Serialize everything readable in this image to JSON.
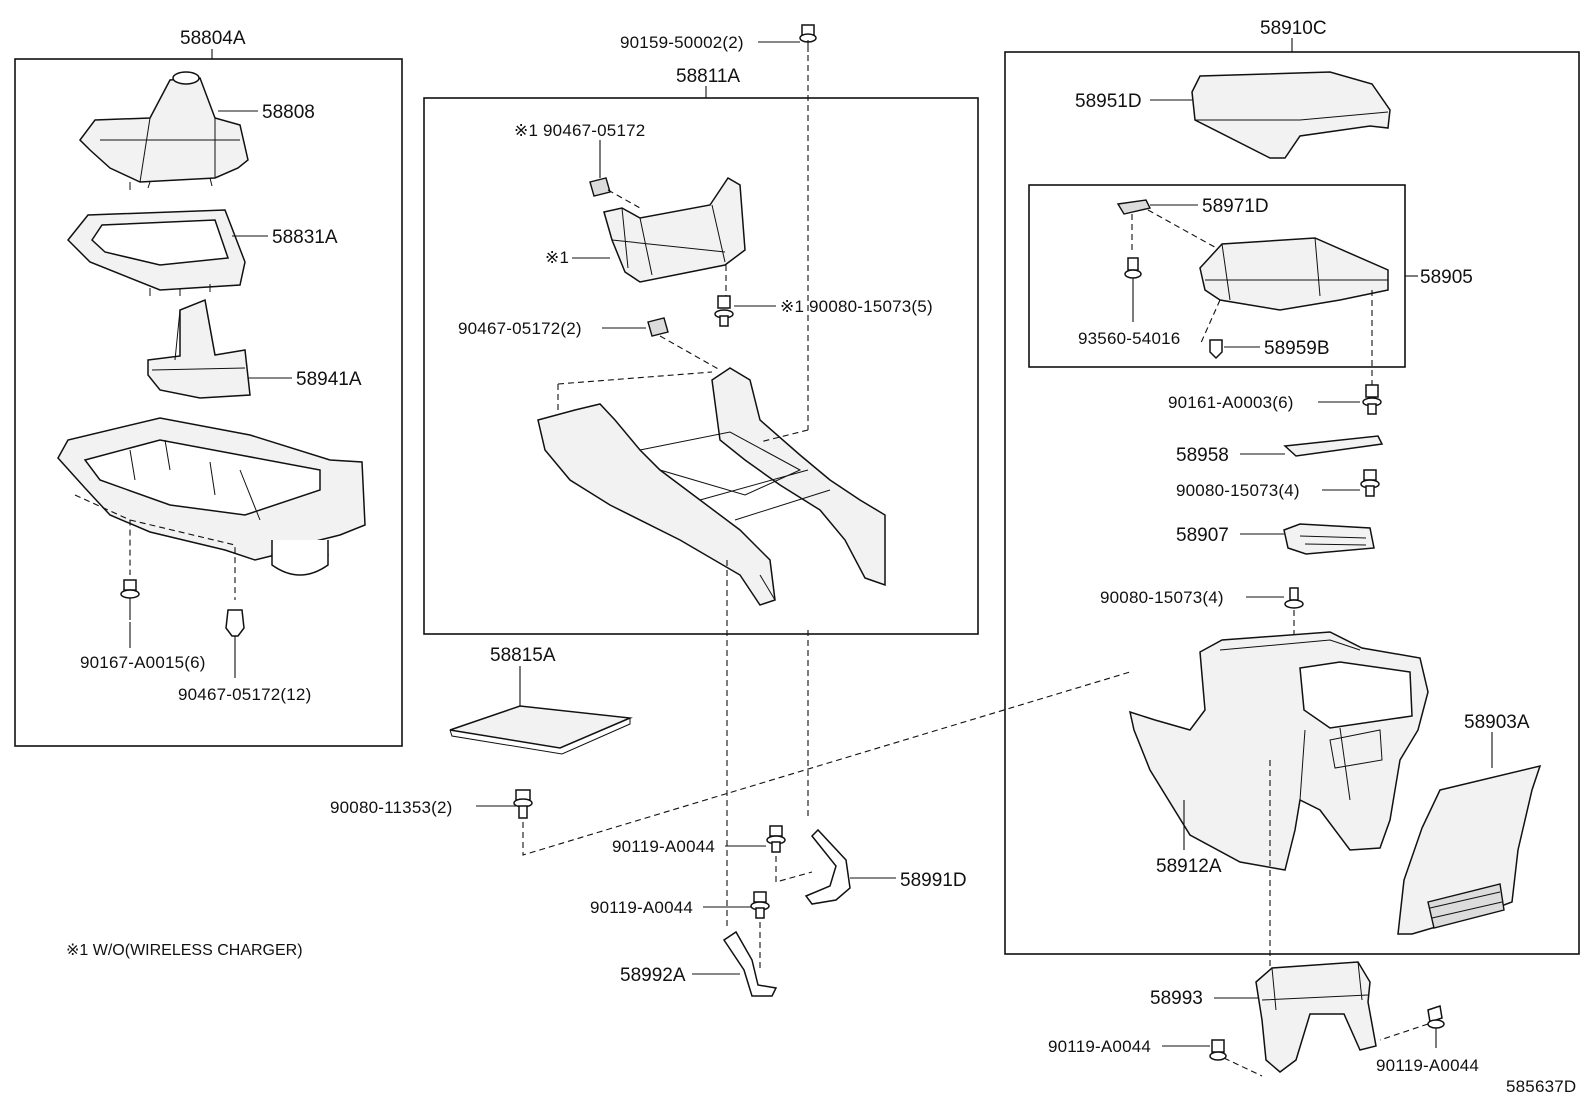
{
  "labels": {
    "p58804A": "58804A",
    "p58808": "58808",
    "p58831A": "58831A",
    "p58941A": "58941A",
    "p90167": "90167-A0015(6)",
    "p90467_12": "90467-05172(12)",
    "p90159": "90159-50002(2)",
    "p58811A": "58811A",
    "p90467_star": "※1 90467-05172",
    "star1": "※1",
    "p90080_5": "※1 90080-15073(5)",
    "p90467_2": "90467-05172(2)",
    "p58815A": "58815A",
    "p90080_11353": "90080-11353(2)",
    "p90119_a": "90119-A0044",
    "p90119_b": "90119-A0044",
    "p58991D": "58991D",
    "p58992A": "58992A",
    "p58910C": "58910C",
    "p58951D": "58951D",
    "p58971D": "58971D",
    "p58905": "58905",
    "p93560": "93560-54016",
    "p58959B": "58959B",
    "p90161": "90161-A0003(6)",
    "p58958": "58958",
    "p90080_4a": "90080-15073(4)",
    "p58907": "58907",
    "p90080_4b": "90080-15073(4)",
    "p58903A": "58903A",
    "p58912A": "58912A",
    "p58993": "58993",
    "p90119_c": "90119-A0044",
    "p90119_d": "90119-A0044",
    "footnote": "※1 W/O(WIRELESS CHARGER)",
    "diagram_id": "585637D"
  }
}
